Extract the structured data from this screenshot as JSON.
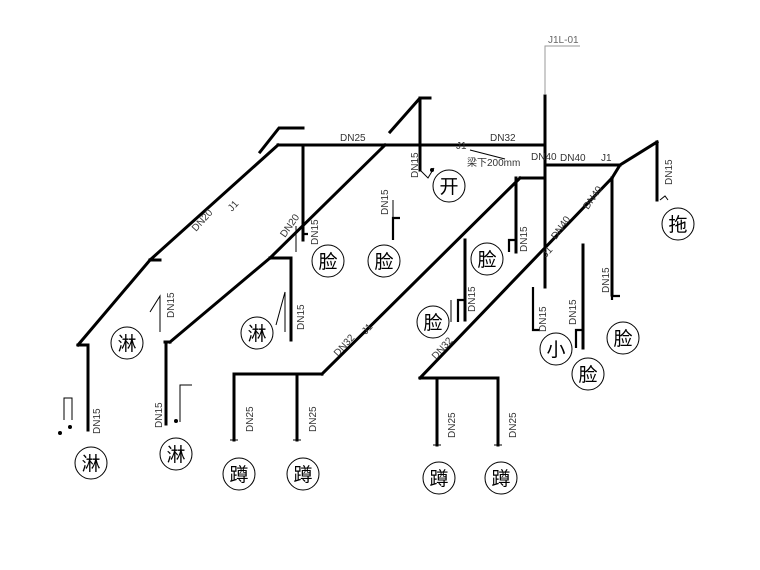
{
  "riser": {
    "label": "J1L-01"
  },
  "notes": {
    "below_beam": "梁下200mm"
  },
  "pipe_labels": {
    "main_dn25": "DN25",
    "main_dn32": "DN32",
    "main_dn40": "DN40",
    "j1_a": "J1",
    "j1_b": "J1",
    "j1_c": "J1",
    "j1_d": "J1",
    "j1_e": "J1",
    "left_dn20": "DN20",
    "mid_dn20": "DN20",
    "dn40_diag": "DN40",
    "dn40_diag2": "DN40",
    "dn32_left": "DN32",
    "dn32_right": "DN32",
    "dn40_tag": "DN40"
  },
  "branch_labels": {
    "kai": "DN15",
    "lian1": "DN15",
    "lian2": "DN15",
    "lian3": "DN15",
    "lian4": "DN15",
    "lian5": "DN15",
    "lian6": "DN15",
    "lin1": "DN15",
    "lin2": "DN15",
    "lin3": "DN15",
    "lin4": "DN15",
    "xiao": "DN15",
    "tuo": "DN15",
    "dun1": "DN25",
    "dun2": "DN25",
    "dun3": "DN25",
    "dun4": "DN25"
  },
  "fixtures": {
    "kai": "开",
    "lian1": "脸",
    "lian2": "脸",
    "lian3": "脸",
    "lian4": "脸",
    "lian5": "脸",
    "lian6": "脸",
    "lin1": "淋",
    "lin2": "淋",
    "lin3": "淋",
    "lin4": "淋",
    "xiao": "小",
    "tuo": "拖",
    "dun1": "蹲",
    "dun2": "蹲",
    "dun3": "蹲",
    "dun4": "蹲"
  }
}
